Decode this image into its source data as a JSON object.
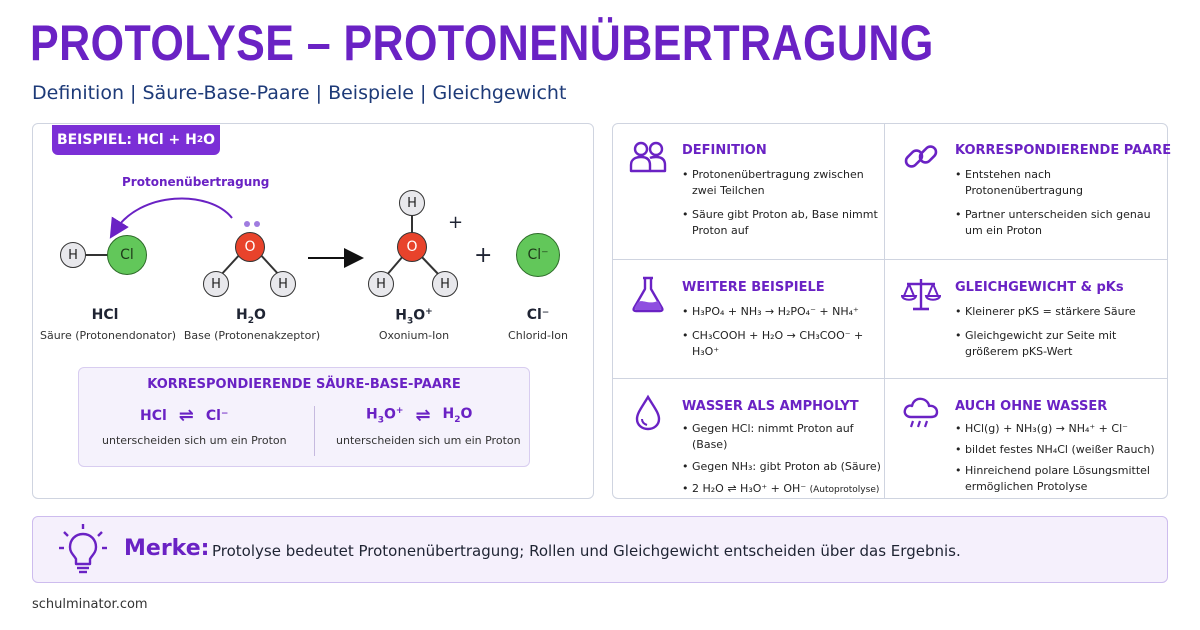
{
  "header": {
    "title": "PROTOLYSE – PROTONENÜBERTRAGUNG",
    "subtitle": "Definition | Säure-Base-Paare | Beispiele | Gleichgewicht"
  },
  "example": {
    "tag_prefix": "BEISPIEL: HCl + H",
    "tag_sub": "2",
    "tag_suffix": "O",
    "transfer_label": "Protonenübertragung",
    "plus": "+",
    "charge_plus": "+",
    "atoms": {
      "h": "H",
      "cl": "Cl",
      "o": "O",
      "cl_ion": "Cl⁻"
    },
    "molecules": {
      "hcl": {
        "name": "HCl",
        "desc": "Säure (Protonendonator)"
      },
      "h2o": {
        "name_pre": "H",
        "name_sub": "2",
        "name_post": "O",
        "desc": "Base (Protonenakzeptor)"
      },
      "h3o": {
        "name_pre": "H",
        "name_sub": "3",
        "name_mid": "O",
        "name_sup": "+",
        "desc": "Oxonium-Ion"
      },
      "cl": {
        "name": "Cl⁻",
        "desc": "Chlorid-Ion"
      }
    }
  },
  "pairs": {
    "title": "KORRESPONDIERENDE SÄURE-BASE-PAARE",
    "pair1": {
      "left": "HCl",
      "right": "Cl⁻",
      "note": "unterscheiden sich um ein Proton"
    },
    "pair2": {
      "left_pre": "H",
      "left_sub": "3",
      "left_mid": "O",
      "left_sup": "+",
      "right_pre": "H",
      "right_sub": "2",
      "right_post": "O",
      "note": "unterscheiden sich um ein Proton"
    },
    "equilibrium_symbol": "⇌"
  },
  "cards": {
    "definition": {
      "title": "DEFINITION",
      "items": [
        "Protonenübertragung zwischen zwei Teilchen",
        "Säure gibt Proton ab, Base nimmt Proton auf"
      ]
    },
    "pairs_card": {
      "title": "KORRESPONDIERENDE PAARE",
      "items": [
        "Entstehen nach Protonenübertragung",
        "Partner unterscheiden sich genau um ein Proton"
      ]
    },
    "examples": {
      "title": "WEITERE BEISPIELE",
      "item1": "H₃PO₄ + NH₃ → H₂PO₄⁻ + NH₄⁺",
      "item2": "CH₃COOH + H₂O → CH₃COO⁻ + H₃O⁺"
    },
    "equilibrium": {
      "title": "GLEICHGEWICHT & pKs",
      "item1": "Kleinerer pKS = stärkere Säure",
      "item2": "Gleichgewicht zur Seite mit größerem pKS-Wert"
    },
    "water": {
      "title": "WASSER ALS AMPHOLYT",
      "item1": "Gegen HCl: nimmt Proton auf (Base)",
      "item2": "Gegen NH₃: gibt Proton ab (Säure)",
      "item3": "2 H₂O ⇌ H₃O⁺ + OH⁻",
      "item3_note": "(Autoprotolyse)"
    },
    "no_water": {
      "title": "AUCH OHNE WASSER",
      "item1": "HCl(g) + NH₃(g) → NH₄⁺ + Cl⁻",
      "item2": "bildet festes NH₄Cl (weißer Rauch)",
      "item3": "Hinreichend polare Lösungsmittel ermöglichen Protolyse"
    }
  },
  "merke": {
    "label": "Merke:",
    "text": "Protolyse bedeutet Protonenübertragung; Rollen und Gleichgewicht entscheiden über das Ergebnis."
  },
  "footer": {
    "site": "schulminator.com"
  },
  "colors": {
    "accent": "#6a22c4",
    "tag": "#7b2fd6",
    "oxygen": "#e8432b",
    "chlorine": "#62c75a"
  },
  "icons": [
    "users-icon",
    "link-icon",
    "flask-icon",
    "scale-icon",
    "droplet-icon",
    "cloud-rain-icon",
    "lightbulb-icon"
  ]
}
